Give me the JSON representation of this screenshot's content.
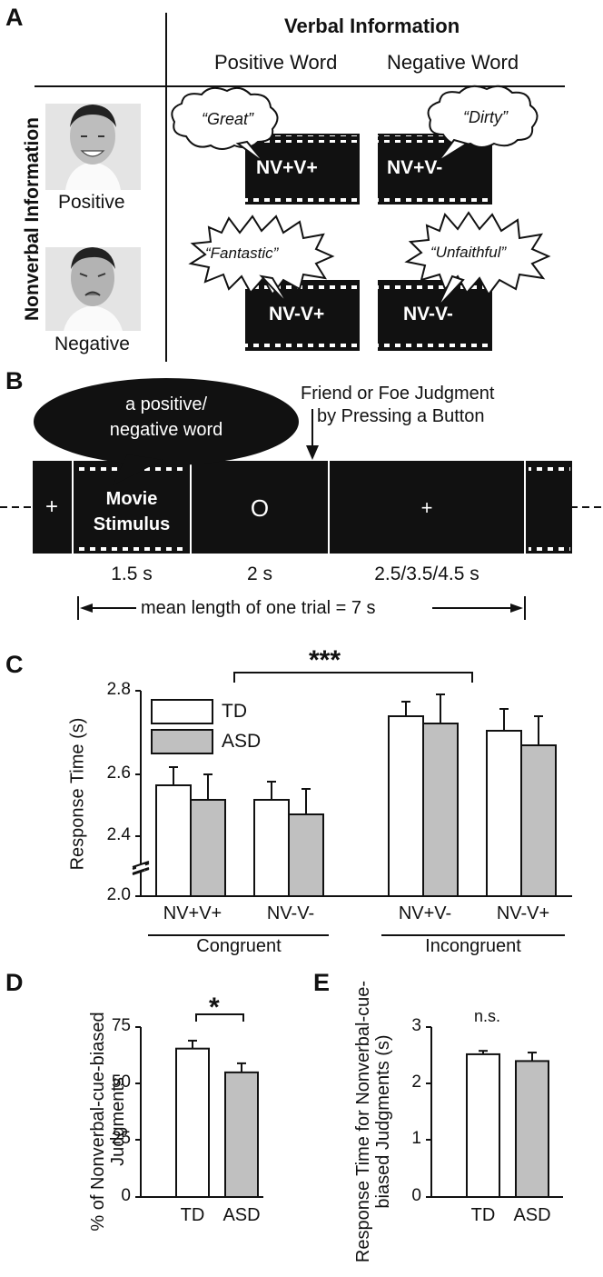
{
  "panel_a": {
    "letter": "A",
    "verbal_header": "Verbal Information",
    "positive_word": "Positive Word",
    "negative_word": "Negative Word",
    "nonverbal_header": "Nonverbal Information",
    "face_positive_label": "Positive",
    "face_negative_label": "Negative",
    "bubbles": {
      "great": "“Great”",
      "dirty": "“Dirty”",
      "fantastic": "“Fantastic”",
      "unfaithful": "“Unfaithful”"
    },
    "conditions": {
      "nvpvp": "NV+V+",
      "nvpvm": "NV+V-",
      "nvmvp": "NV-V+",
      "nvmvm": "NV-V-"
    }
  },
  "panel_b": {
    "letter": "B",
    "speech_line1": "a positive/",
    "speech_line2": "negative word",
    "judgment_line1": "Friend or Foe Judgment",
    "judgment_line2": "by Pressing a Button",
    "fixation": "+",
    "movie_line1": "Movie",
    "movie_line2": "Stimulus",
    "circle": "O",
    "fixation2": "+",
    "dur_movie": "1.5 s",
    "dur_circle": "2 s",
    "dur_fix": "2.5/3.5/4.5 s",
    "trial_length": "mean length of one trial = 7 s"
  },
  "panel_c": {
    "letter": "C",
    "significance": "***",
    "group_congruent": "Congruent",
    "group_incongruent": "Incongruent"
  },
  "panel_d": {
    "letter": "D",
    "significance": "*"
  },
  "panel_e": {
    "letter": "E",
    "significance": "n.s."
  },
  "colors": {
    "td": "#ffffff",
    "asd": "#c0c0c0",
    "film": "#111111"
  },
  "chart_data": [
    {
      "type": "bar",
      "panel": "C",
      "ylabel": "Response Time (s)",
      "ylim": [
        2.0,
        2.8
      ],
      "yticks": [
        "2.0",
        "2.4",
        "2.6",
        "2.8"
      ],
      "axis_break": true,
      "categories": [
        "NV+V+",
        "NV-V-",
        "NV+V-",
        "NV-V+"
      ],
      "series": [
        {
          "name": "TD",
          "values": [
            2.54,
            2.5,
            2.73,
            2.69
          ],
          "errors": [
            0.05,
            0.05,
            0.04,
            0.06
          ]
        },
        {
          "name": "ASD",
          "values": [
            2.5,
            2.46,
            2.71,
            2.65
          ],
          "errors": [
            0.07,
            0.07,
            0.08,
            0.08
          ]
        }
      ],
      "legend": "top-left"
    },
    {
      "type": "bar",
      "panel": "D",
      "ylabel": "% of Nonverbal-cue-biased Judgments",
      "ylim": [
        0,
        75
      ],
      "yticks": [
        "0",
        "25",
        "50",
        "75"
      ],
      "categories": [
        "TD",
        "ASD"
      ],
      "values": [
        65.5,
        55.0
      ],
      "errors": [
        3.5,
        4.0
      ]
    },
    {
      "type": "bar",
      "panel": "E",
      "ylabel": "Response Time for Nonverbal-cue-biased Judgments (s)",
      "ylim": [
        0,
        3
      ],
      "yticks": [
        "0",
        "1",
        "2",
        "3"
      ],
      "categories": [
        "TD",
        "ASD"
      ],
      "values": [
        2.52,
        2.4
      ],
      "errors": [
        0.06,
        0.15
      ]
    }
  ]
}
